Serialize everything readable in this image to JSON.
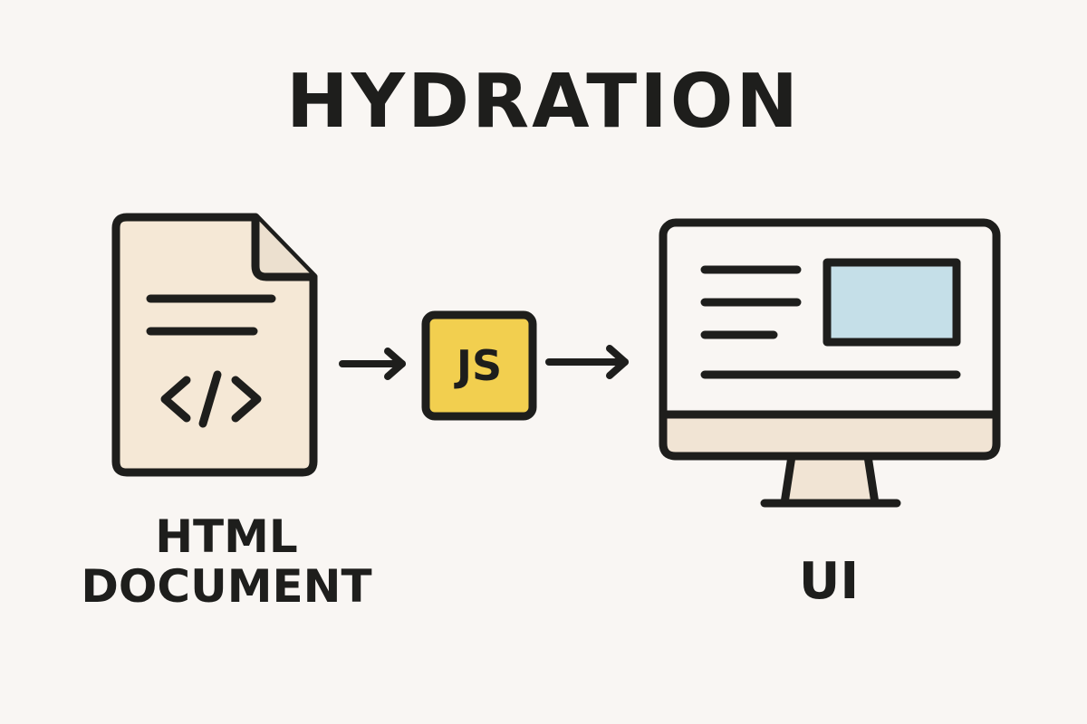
{
  "title": "HYDRATION",
  "nodes": {
    "html_document": {
      "label_line1": "HTML",
      "label_line2": "DOCUMENT",
      "icon": "document-code-icon"
    },
    "js": {
      "label": "JS",
      "icon": "javascript-badge-icon",
      "color": "#f2cf4f"
    },
    "ui": {
      "label": "UI",
      "icon": "monitor-icon"
    }
  },
  "colors": {
    "background": "#f9f6f3",
    "outline": "#1e1e1c",
    "document_fill": "#f5e8d6",
    "screen_panel": "#c5dfe8",
    "monitor_base": "#f1e4d4"
  }
}
